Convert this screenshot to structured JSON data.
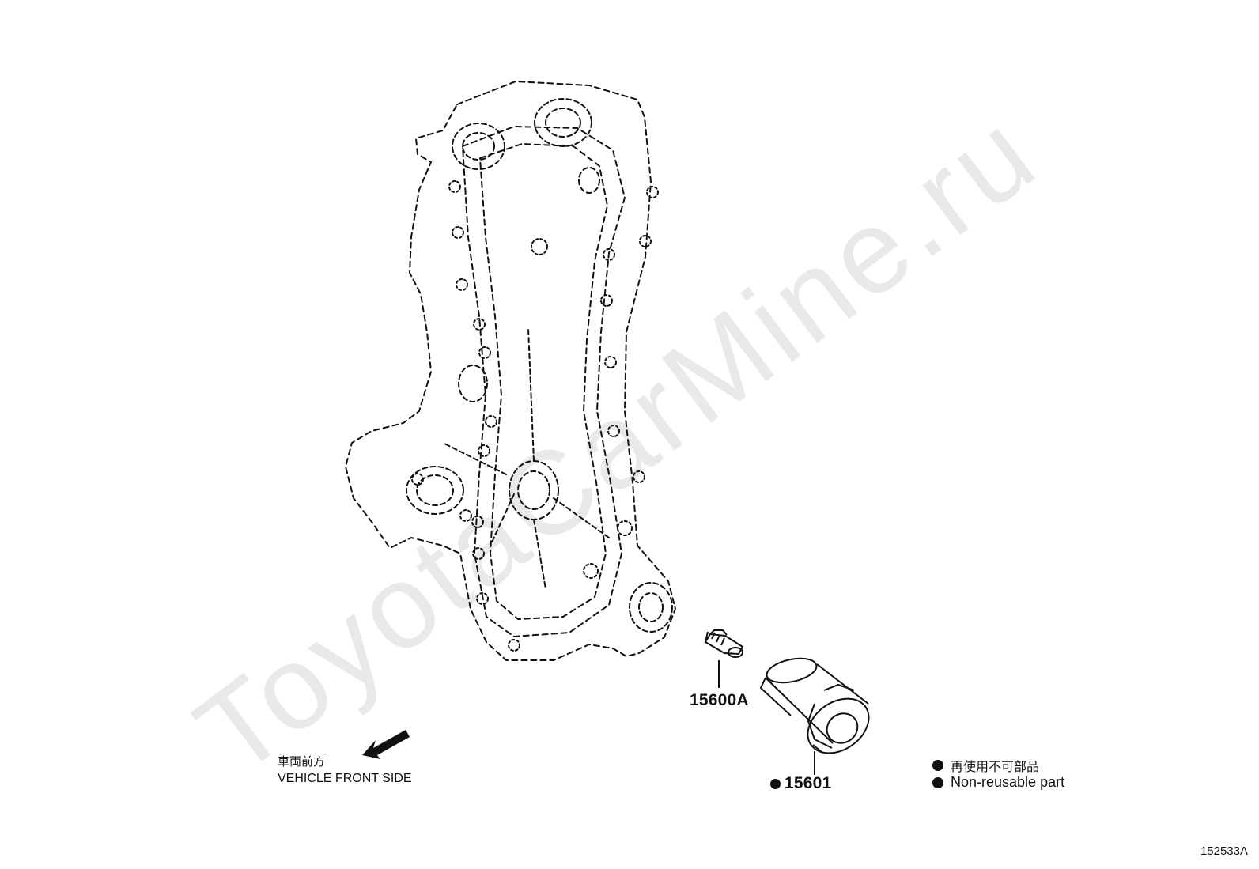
{
  "watermark": "ToyotaCarMine.ru",
  "parts": {
    "union_bolt": "15600A",
    "oil_filter": "15601"
  },
  "front_indicator": {
    "label_jp": "車両前方",
    "label_en": "VEHICLE FRONT SIDE"
  },
  "legend": {
    "label_jp": "再使用不可部品",
    "label_en": "Non-reusable part"
  },
  "diagram_id": "152533A",
  "colors": {
    "line": "#111111",
    "watermark": "#e9e9e9",
    "background": "#ffffff"
  }
}
